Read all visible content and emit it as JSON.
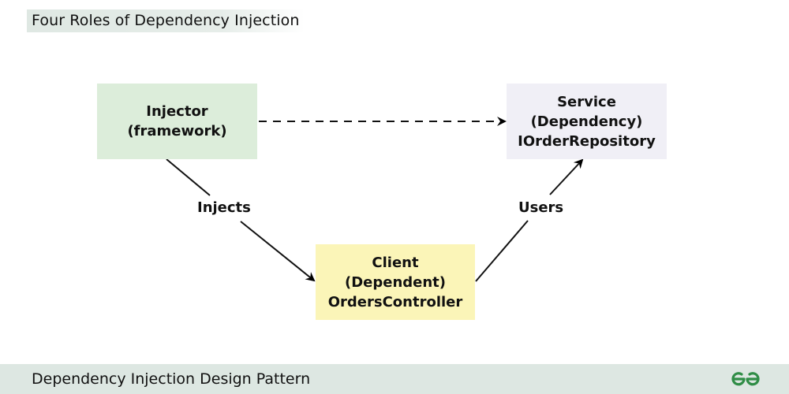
{
  "title": "Four Roles of Dependency Injection",
  "nodes": {
    "injector": {
      "lines": [
        "Injector",
        "(framework)"
      ],
      "color": "#dcedda"
    },
    "service": {
      "lines": [
        "Service",
        "(Dependency)",
        "IOrderRepository"
      ],
      "color": "#f0eff6"
    },
    "client": {
      "lines": [
        "Client",
        "(Dependent)",
        "OrdersController"
      ],
      "color": "#fbf5b8"
    }
  },
  "edges": [
    {
      "from": "injector",
      "to": "service",
      "style": "dashed",
      "label": ""
    },
    {
      "from": "injector",
      "to": "client",
      "style": "solid",
      "label": "Injects"
    },
    {
      "from": "client",
      "to": "service",
      "style": "solid",
      "label": "Users"
    }
  ],
  "edge_labels": {
    "injects": "Injects",
    "users": "Users"
  },
  "footer": {
    "text": "Dependency Injection Design Pattern",
    "logo_icon": "gfg-logo-icon",
    "logo_color": "#2f8d46"
  }
}
